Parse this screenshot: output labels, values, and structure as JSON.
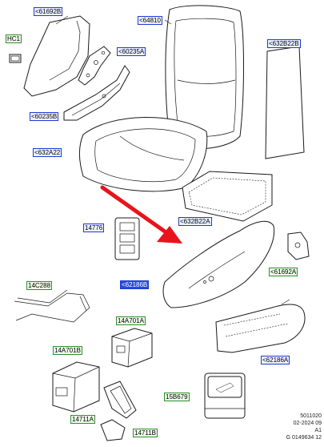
{
  "callouts": {
    "p61692B": "<61692B",
    "p64810": "<64810",
    "pHC1": "HC1",
    "p60235A": "<60235A",
    "p632B22B": "<632B22B",
    "p60235B": "<60235B",
    "p632A22": "<632A22",
    "p632B22A": "<632B22A",
    "p14776": "14776",
    "p61692A": "<61692A",
    "p14C288": "14C288",
    "p62186B": "<62186B",
    "p14A701A": "14A701A",
    "p14A701B": "14A701B",
    "p62186A": "<62186A",
    "p15B679": "15B679",
    "p14711A": "14711A",
    "p14711B": "14711B"
  },
  "footer": {
    "line1": "5011020",
    "line2": "02-2024 09",
    "line3": "A1",
    "line4": "G 0149634 12"
  },
  "colors": {
    "arrow": "#e8141b",
    "callout_blue": "#1c3bd6",
    "callout_green": "#2f8f2f",
    "selected_fill": "#2b49d8"
  }
}
